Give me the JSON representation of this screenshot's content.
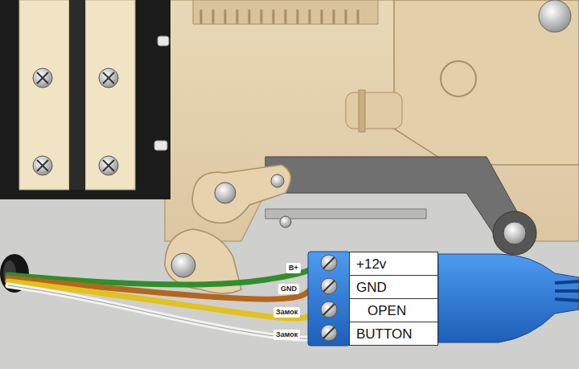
{
  "diagram": {
    "nodes": [
      {
        "text": [
          "+12v",
          "GND",
          "OPEN",
          "BUTTON"
        ]
      }
    ],
    "labels": [
      "B+",
      "GND",
      "Замок",
      "Замок"
    ]
  }
}
